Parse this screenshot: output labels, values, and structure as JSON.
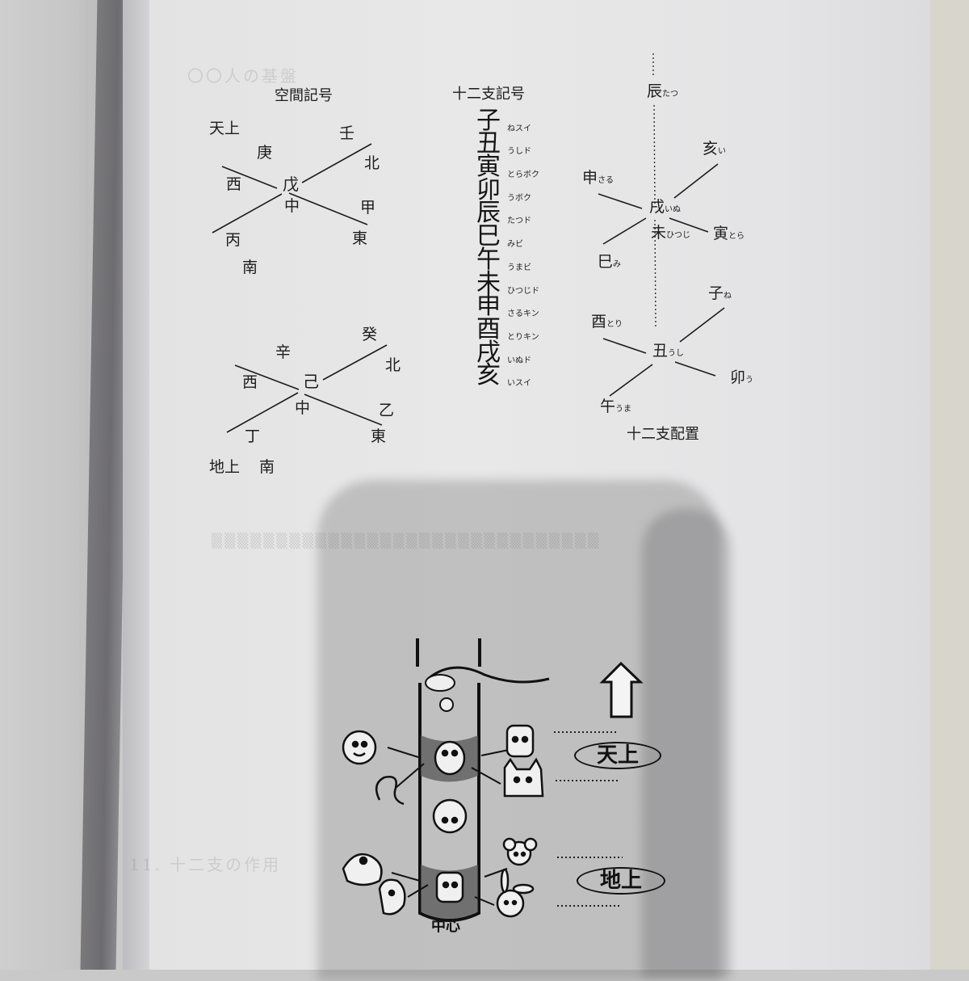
{
  "page": {
    "background_color": "#e6e6e6",
    "ink_color": "#1c1c1c"
  },
  "diagram_space_symbols": {
    "title": "空間記号",
    "upper": {
      "corner_label": "天上",
      "center": "戊",
      "center_below": "中",
      "upper_left": "庚",
      "upper_right": "壬",
      "right_top": "北",
      "left": "西",
      "right_bottom": "甲",
      "lower_left": "丙",
      "lower_right": "東",
      "bottom": "南"
    },
    "lower": {
      "corner_label": "地上",
      "center": "己",
      "center_below": "中",
      "upper_left": "辛",
      "upper_right": "癸",
      "right_top": "北",
      "left": "西",
      "right_bottom": "乙",
      "lower_left": "丁",
      "lower_right": "東",
      "bottom": "南"
    }
  },
  "diagram_zodiac_symbols": {
    "title": "十二支記号",
    "items": [
      {
        "kanji": "子",
        "reading": "ねスイ"
      },
      {
        "kanji": "丑",
        "reading": "うしド"
      },
      {
        "kanji": "寅",
        "reading": "とらボク"
      },
      {
        "kanji": "卯",
        "reading": "うボク"
      },
      {
        "kanji": "辰",
        "reading": "たつド"
      },
      {
        "kanji": "巳",
        "reading": "みビ"
      },
      {
        "kanji": "午",
        "reading": "うまビ"
      },
      {
        "kanji": "未",
        "reading": "ひつじド"
      },
      {
        "kanji": "申",
        "reading": "さるキン"
      },
      {
        "kanji": "酉",
        "reading": "とりキン"
      },
      {
        "kanji": "戌",
        "reading": "いぬド"
      },
      {
        "kanji": "亥",
        "reading": "いスイ"
      }
    ]
  },
  "diagram_zodiac_layout": {
    "title": "十二支配置",
    "top": {
      "kanji": "辰",
      "reading": "たつ"
    },
    "upper": {
      "center": {
        "kanji": "戌",
        "reading": "いぬ"
      },
      "below": {
        "kanji": "未",
        "reading": "ひつじ"
      },
      "upper_right": {
        "kanji": "亥",
        "reading": "い"
      },
      "upper_left": {
        "kanji": "申",
        "reading": "さる"
      },
      "lower_right": {
        "kanji": "寅",
        "reading": "とら"
      },
      "lower_left": {
        "kanji": "巳",
        "reading": "み"
      }
    },
    "lower": {
      "center": {
        "kanji": "丑",
        "reading": "うし"
      },
      "upper_right": {
        "kanji": "子",
        "reading": "ね"
      },
      "upper_left": {
        "kanji": "酉",
        "reading": "とり"
      },
      "lower_right": {
        "kanji": "卯",
        "reading": "う"
      },
      "lower_left": {
        "kanji": "午",
        "reading": "うま"
      }
    }
  },
  "illustration": {
    "center_label": "中心",
    "heaven_label": "天上",
    "earth_label": "地上",
    "arrow": "up-arrow",
    "animals": [
      "dragon",
      "dog",
      "sheep",
      "ox",
      "monkey",
      "snake",
      "boar",
      "tiger",
      "rooster",
      "horse",
      "rat",
      "rabbit"
    ]
  }
}
